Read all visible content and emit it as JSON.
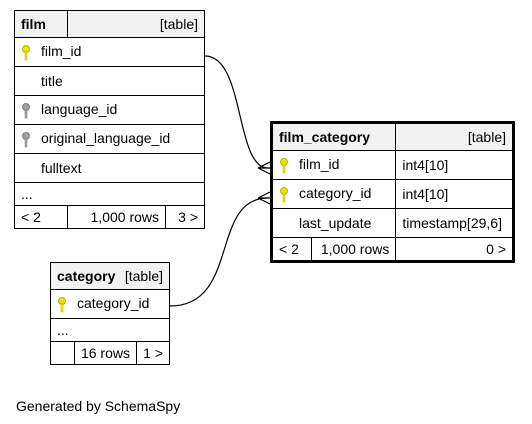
{
  "tables": {
    "film": {
      "name": "film",
      "type": "[table]",
      "columns": [
        {
          "name": "film_id",
          "key": "primary"
        },
        {
          "name": "title",
          "key": "none"
        },
        {
          "name": "language_id",
          "key": "foreign"
        },
        {
          "name": "original_language_id",
          "key": "foreign"
        },
        {
          "name": "fulltext",
          "key": "none"
        }
      ],
      "ellipsis": "...",
      "footer": {
        "parents": "< 2",
        "rows": "1,000 rows",
        "children": "3 >"
      }
    },
    "film_category": {
      "name": "film_category",
      "type": "[table]",
      "columns": [
        {
          "name": "film_id",
          "key": "primary",
          "datatype": "int4[10]"
        },
        {
          "name": "category_id",
          "key": "primary",
          "datatype": "int4[10]"
        },
        {
          "name": "last_update",
          "key": "none",
          "datatype": "timestamp[29,6]"
        }
      ],
      "footer": {
        "parents": "< 2",
        "rows": "1,000 rows",
        "children": "0 >"
      }
    },
    "category": {
      "name": "category",
      "type": "[table]",
      "columns": [
        {
          "name": "category_id",
          "key": "primary"
        }
      ],
      "ellipsis": "...",
      "footer": {
        "parents": "",
        "rows": "16 rows",
        "children": "1 >"
      }
    }
  },
  "caption": "Generated by SchemaSpy",
  "colors": {
    "primary_key": "#e8e800",
    "foreign_key": "#a0a0a0",
    "header_bg": "#f2f2f2"
  }
}
